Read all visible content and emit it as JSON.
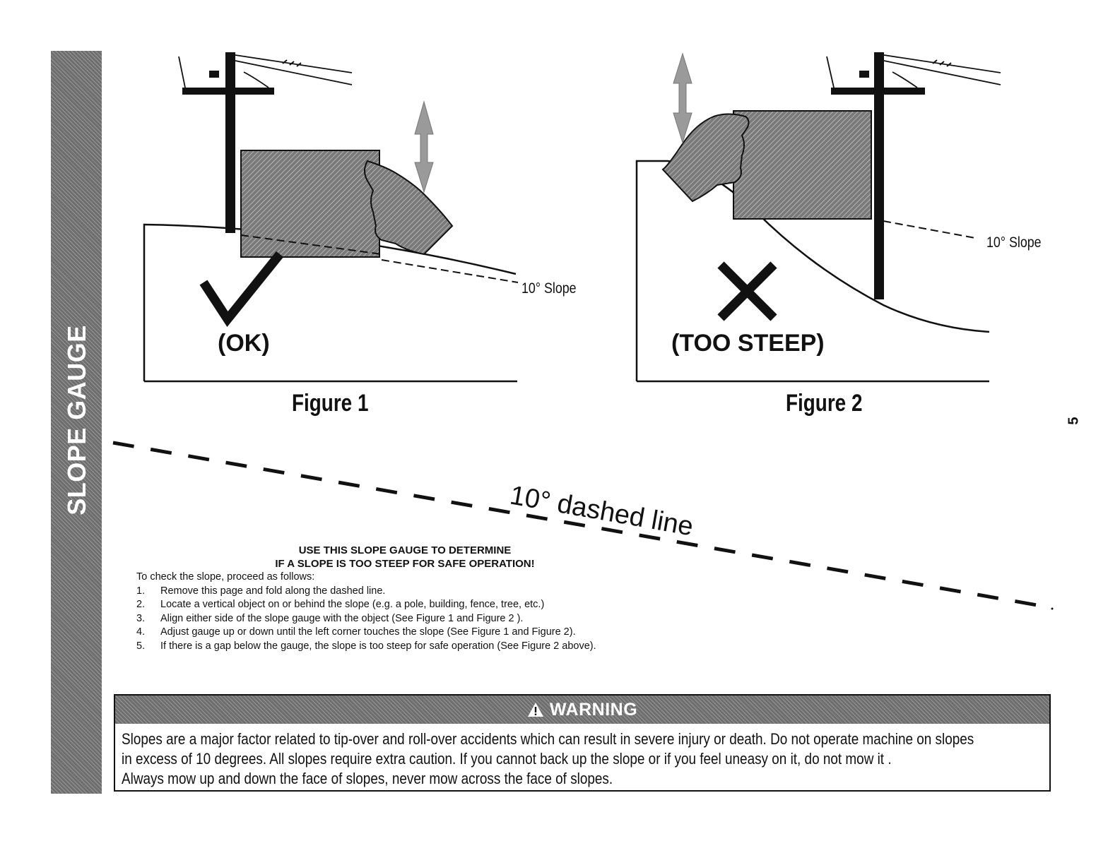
{
  "side_tab": {
    "label": "SLOPE GAUGE"
  },
  "page_number": "5",
  "figure1": {
    "status": "(OK)",
    "slope_label": "10° Slope",
    "caption": "Figure 1"
  },
  "figure2": {
    "status": "(TOO STEEP)",
    "slope_label": "10° Slope",
    "caption": "Figure 2"
  },
  "fold_line_label": "10° dashed line",
  "instructions": {
    "heading_line1": "USE THIS SLOPE GAUGE TO DETERMINE",
    "heading_line2": "IF A SLOPE IS TOO STEEP FOR SAFE OPERATION!",
    "intro": "To check the slope, proceed as follows:",
    "steps": [
      {
        "num": "1.",
        "text": "Remove this page and fold along the dashed line."
      },
      {
        "num": "2.",
        "text": "Locate a vertical object on or behind the slope (e.g. a pole, building, fence, tree, etc.)"
      },
      {
        "num": "3.",
        "text": "Align either side of the slope gauge with the object (See Figure 1 and Figure 2 )."
      },
      {
        "num": "4.",
        "text": "Adjust gauge up or down until the left corner touches the slope (See Figure 1 and Figure 2)."
      },
      {
        "num": "5.",
        "text": "If there is a gap below the gauge, the slope is too steep for safe operation (See Figure 2 above)."
      }
    ]
  },
  "warning": {
    "icon": "warning-triangle-icon",
    "title": "WARNING",
    "lines": [
      "Slopes are a major factor related to tip-over and roll-over accidents which can result in severe injury or death. Do not operate machine on slopes",
      "in excess of 10 degrees. All slopes require extra caution. If you cannot back up the slope or if you feel uneasy on it, do not mow it .",
      "Always mow up and down the face of slopes, never mow across the face of slopes."
    ]
  },
  "colors": {
    "hatch": "#6e6e6e",
    "ink": "#111111",
    "paper": "#ffffff"
  }
}
